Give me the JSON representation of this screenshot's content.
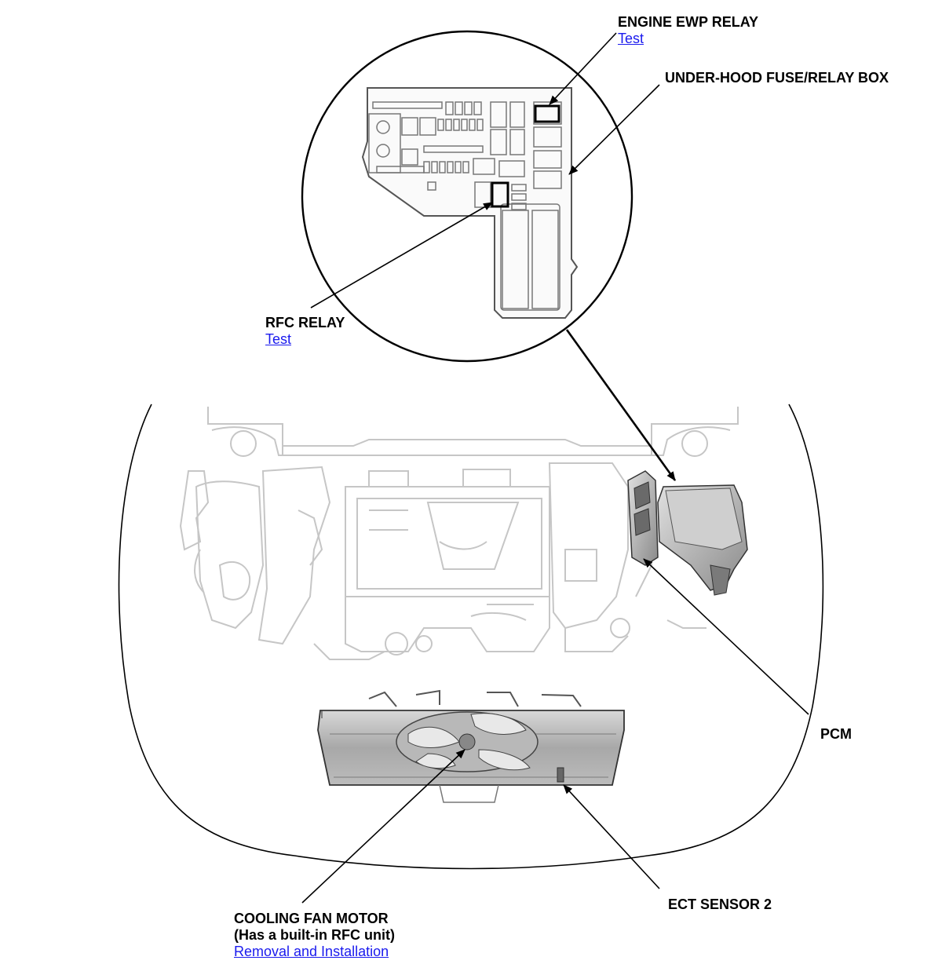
{
  "callouts": {
    "engine_ewp_relay": {
      "title": "ENGINE EWP RELAY",
      "link": "Test"
    },
    "under_hood_box": {
      "title": "UNDER-HOOD FUSE/RELAY BOX"
    },
    "rfc_relay": {
      "title": "RFC RELAY",
      "link": "Test"
    },
    "pcm": {
      "title": "PCM"
    },
    "ect_sensor_2": {
      "title": "ECT SENSOR 2"
    },
    "cooling_fan_motor": {
      "title_line1": "COOLING FAN MOTOR",
      "title_line2": "(Has a built-in RFC unit)",
      "link": "Removal and Installation"
    }
  },
  "colors": {
    "link": "#1a1aee",
    "outline": "#000000",
    "ghost_engine_bay": "#c8c8c8",
    "component_fill": "#9a9a9a",
    "component_dark": "#555555"
  },
  "icons": {
    "pcm_part": "pcm-unit",
    "radiator_part": "radiator-with-fan",
    "fuse_box_part": "fuse-relay-box"
  }
}
